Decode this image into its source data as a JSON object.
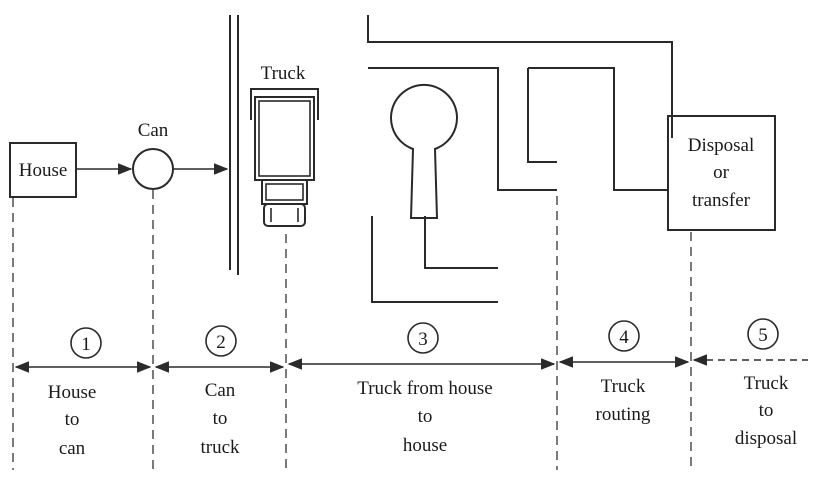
{
  "labels": {
    "house": "House",
    "can": "Can",
    "truck": "Truck",
    "disposal": [
      "Disposal",
      "or",
      "transfer"
    ]
  },
  "stages": [
    {
      "number": "1",
      "caption": [
        "House",
        "to",
        "can"
      ]
    },
    {
      "number": "2",
      "caption": [
        "Can",
        "to",
        "truck"
      ]
    },
    {
      "number": "3",
      "caption": [
        "Truck from house",
        "to",
        "house"
      ]
    },
    {
      "number": "4",
      "caption": [
        "Truck",
        "routing"
      ]
    },
    {
      "number": "5",
      "caption": [
        "Truck",
        "to",
        "disposal"
      ]
    }
  ]
}
